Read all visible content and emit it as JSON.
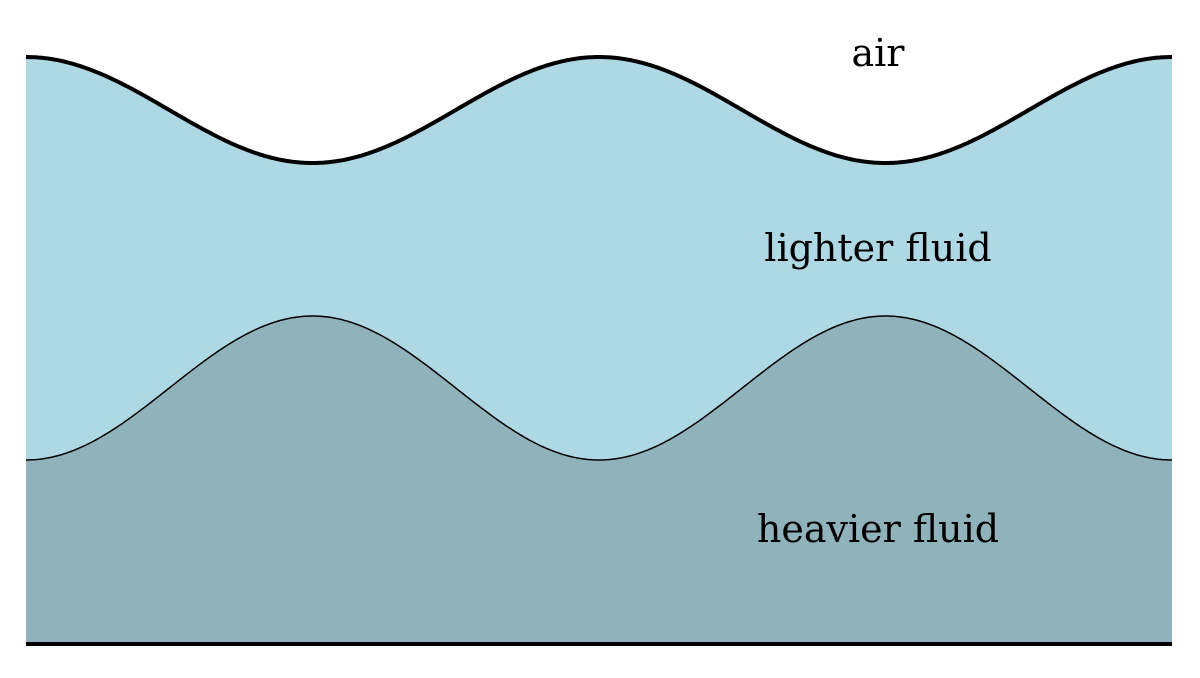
{
  "diagram": {
    "labels": {
      "air": "air",
      "lighter": "lighter fluid",
      "heavier": "heavier fluid"
    },
    "colors": {
      "background": "#ffffff",
      "lighter_fluid": "#afd8e5",
      "heavier_fluid": "#8fb2bb",
      "outline": "#000000"
    }
  }
}
